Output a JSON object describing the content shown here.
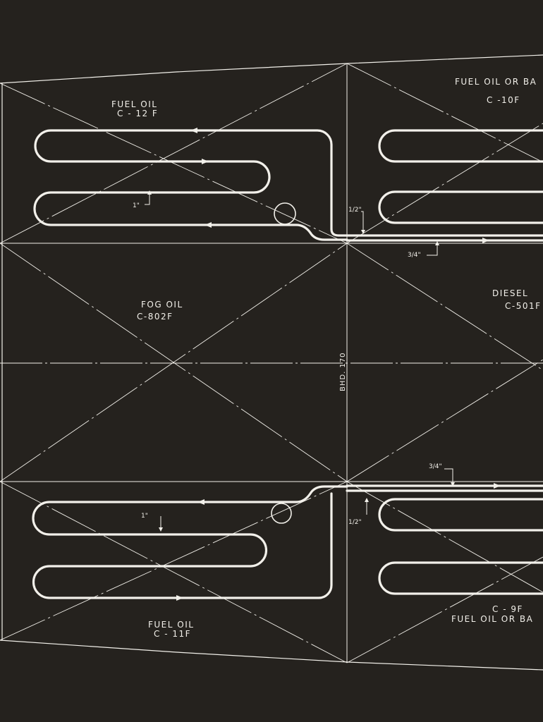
{
  "tanks": {
    "c12f": {
      "name": "FUEL OIL",
      "code": "C - 12 F"
    },
    "c10f": {
      "name": "FUEL OIL OR BA",
      "code": "C -10F"
    },
    "c802f": {
      "name": "FOG OIL",
      "code": "C-802F"
    },
    "c501f": {
      "name": "DIESEL",
      "code": "C-501F"
    },
    "c11f": {
      "name": "FUEL OIL",
      "code": "C - 11F"
    },
    "c9f": {
      "name": "FUEL OIL OR BA",
      "code": "C - 9F"
    }
  },
  "bulkhead": "BHD. 170",
  "pipe_sizes": {
    "upper_coil": "1\"",
    "upper_riser": "1/2\"",
    "upper_main": "3/4\"",
    "lower_coil": "1\"",
    "lower_riser": "1/2\"",
    "lower_main": "3/4\""
  },
  "colors": {
    "background": "#25221e",
    "linework": "#f2f0ea"
  }
}
